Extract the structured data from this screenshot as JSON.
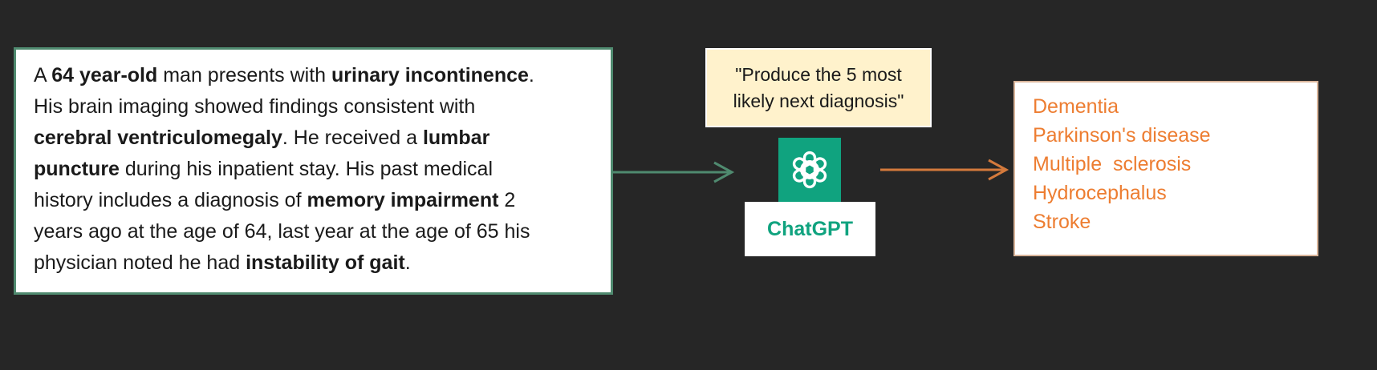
{
  "case_text": {
    "line1": [
      "A ",
      "64 year-old",
      " man presents with ",
      "urinary incontinence",
      "."
    ],
    "line2": "His brain imaging showed findings consistent with",
    "line3": [
      "cerebral ventriculomegaly",
      ". He received a ",
      "lumbar"
    ],
    "line4": [
      "puncture",
      " during his inpatient stay. His past medical"
    ],
    "line5": [
      "history includes a diagnosis of ",
      "memory impairment",
      " 2"
    ],
    "line6": "years ago at the age of 64, last year at the age of 65 his",
    "line7": [
      "physician noted he had ",
      "instability of gait",
      "."
    ]
  },
  "prompt": {
    "line1": "\"Produce the 5 most",
    "line2": "likely next diagnosis\""
  },
  "model": {
    "name": "ChatGPT",
    "icon": "openai-logo-icon"
  },
  "diagnoses": [
    "Dementia",
    "Parkinson's disease",
    "Multiple  sclerosis",
    "Hydrocephalus",
    "Stroke"
  ],
  "colors": {
    "background": "#262626",
    "case_border": "#4f8a6f",
    "arrow_in": "#4f8a6f",
    "arrow_out": "#d47a3c",
    "prompt_bg": "#fff2cc",
    "chatgpt_green": "#10a37f",
    "diagnosis_text": "#ed7d31"
  }
}
